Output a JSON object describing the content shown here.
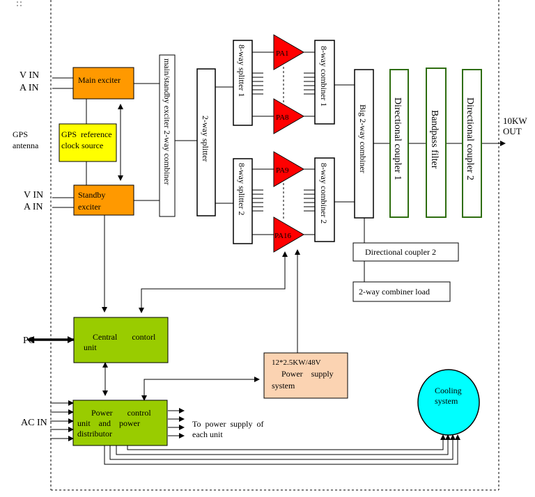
{
  "inputs": {
    "v_in_top": "V IN",
    "a_in_top": "A IN",
    "gps_line1": "GPS",
    "gps_line2": "antenna",
    "v_in_bottom": "V IN",
    "a_in_bottom": "A IN",
    "pc": "PC",
    "ac_in": "AC IN"
  },
  "blocks": {
    "main_exciter": "Main exciter",
    "standby_exciter_line1": "Standby",
    "standby_exciter_line2": "exciter",
    "gps_ref_line1": "GPS  reference",
    "gps_ref_line2": "clock source",
    "exciter_combiner": "main/standby exciter 2-way combiner",
    "two_way_splitter": "2-way splitter",
    "splitter_1": "8-way splitter 1",
    "splitter_2": "8-way splitter 2",
    "combiner_1": "8-way combiner 1",
    "combiner_2": "8-way combiner 2",
    "big_combiner": "Big 2-way combiner",
    "dir_coupler_1": "Directional coupler 1",
    "bandpass": "Bandpass filter",
    "dir_coupler_2_vertical": "Directional coupler 2",
    "dir_coupler_2_horizontal": "Directional coupler 2",
    "combiner_load": "2-way combiner load",
    "central_line1": "Central       contorl",
    "central_line2": "unit",
    "power_supply_line1": "12*2.5KW/48V",
    "power_supply_line2": "Power    supply",
    "power_supply_line3": "system",
    "power_control_line1": "Power       control",
    "power_control_line2": "unit    and    power",
    "power_control_line3": "distributor",
    "cooling_line1": "Cooling",
    "cooling_line2": "system"
  },
  "amplifiers": [
    "PA1",
    "PA8",
    "PA9",
    "PA16"
  ],
  "outputs": {
    "out_line1": "10KW",
    "out_line2": "OUT",
    "supply_note_line1": "To  power  supply  of",
    "supply_note_line2": "each unit"
  },
  "colors": {
    "exciter": "#ff9900",
    "gps": "#ffff00",
    "control": "#99cc00",
    "pa": "#ff0000",
    "power_supply": "#fbd3b2",
    "cooling": "#00ffff",
    "filter_border": "#2e6d0f"
  }
}
